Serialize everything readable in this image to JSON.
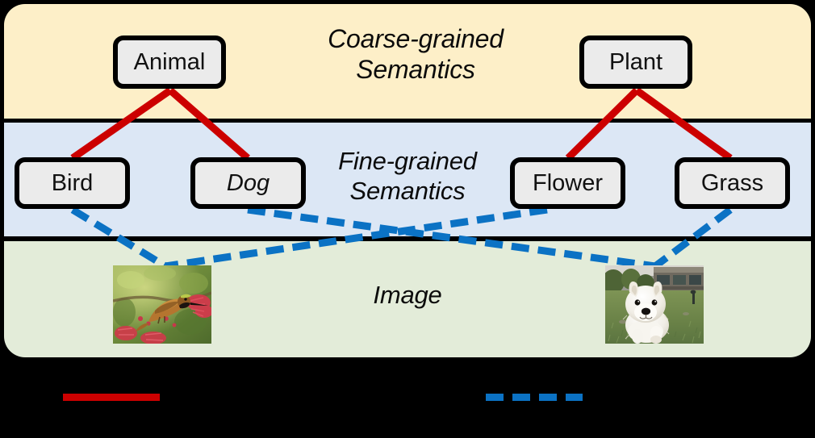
{
  "figure": {
    "title": "Hierarchical semantic levels linking coarse-grained concepts, fine-grained concepts and images"
  },
  "bands": {
    "coarse": {
      "caption": "Coarse-grained\nSemantics",
      "background_color": "#FDEFC8"
    },
    "fine": {
      "caption": "Fine-grained\nSemantics",
      "background_color": "#DCE7F5"
    },
    "image": {
      "caption": "Image",
      "background_color": "#E3ECD9"
    }
  },
  "nodes": {
    "coarse": [
      {
        "id": "animal",
        "label": "Animal",
        "italic": false
      },
      {
        "id": "plant",
        "label": "Plant",
        "italic": false
      }
    ],
    "fine": [
      {
        "id": "bird",
        "label": "Bird",
        "italic": false
      },
      {
        "id": "dog",
        "label": "Dog",
        "italic": true
      },
      {
        "id": "flower",
        "label": "Flower",
        "italic": false
      },
      {
        "id": "grass",
        "label": "Grass",
        "italic": false
      }
    ]
  },
  "images": [
    {
      "id": "bird-photo",
      "alt": "Hummingbird perched among red blossoms and green leaves"
    },
    {
      "id": "dog-photo",
      "alt": "White terrier puppy running on a lawn in front of a building"
    }
  ],
  "edges": {
    "coarse_to_fine": {
      "style": "solid",
      "color": "#CC0000",
      "width": 9,
      "links": [
        {
          "from": "animal",
          "to": "bird"
        },
        {
          "from": "animal",
          "to": "dog"
        },
        {
          "from": "plant",
          "to": "flower"
        },
        {
          "from": "plant",
          "to": "grass"
        }
      ]
    },
    "fine_to_image": {
      "style": "dashed",
      "color": "#0B72C4",
      "width": 9,
      "dash": "22 11",
      "links": [
        {
          "from": "bird",
          "to": "bird-photo"
        },
        {
          "from": "dog",
          "to": "dog-photo"
        },
        {
          "from": "flower",
          "to": "bird-photo"
        },
        {
          "from": "grass",
          "to": "dog-photo"
        }
      ]
    }
  },
  "legend": {
    "background_color": "#000000",
    "entries": [
      {
        "id": "solid-red",
        "label": "",
        "style": "solid",
        "color": "#CC0000"
      },
      {
        "id": "dashed-blue",
        "label": "",
        "style": "dashed",
        "color": "#0B72C4"
      }
    ]
  }
}
